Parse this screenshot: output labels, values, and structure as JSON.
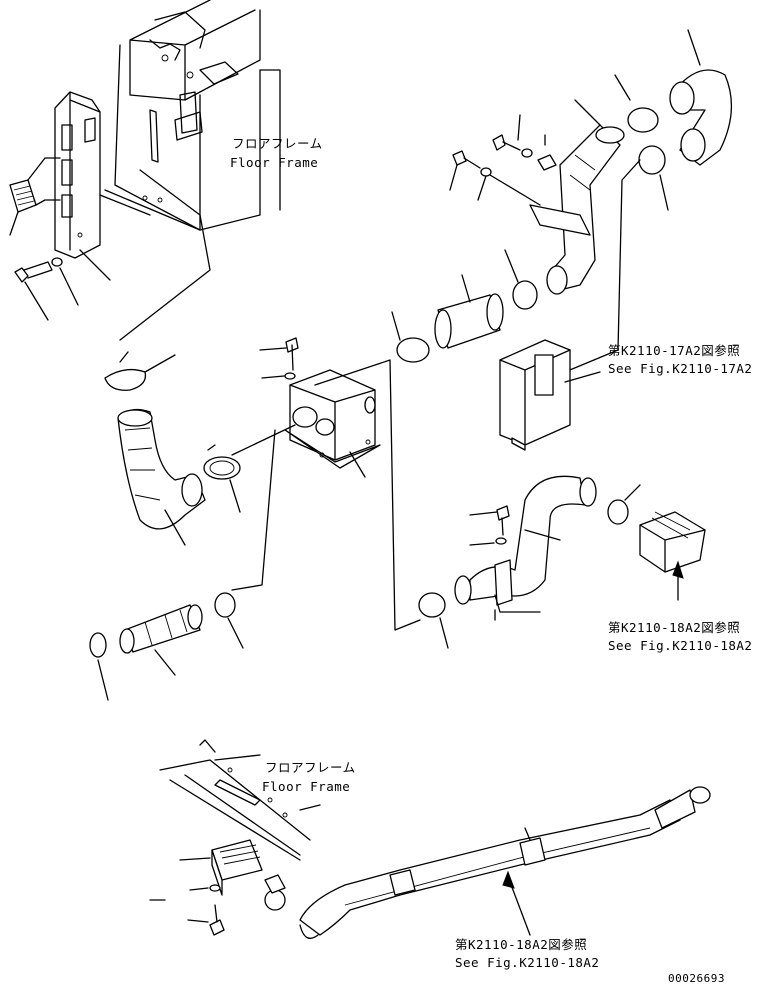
{
  "labels": {
    "floor_frame_jp_1": "フロアフレーム",
    "floor_frame_en_1": "Floor Frame",
    "floor_frame_jp_2": "フロアフレーム",
    "floor_frame_en_2": "Floor Frame",
    "ref_17a2_jp": "第K2110-17A2図参照",
    "ref_17a2_en": "See Fig.K2110-17A2",
    "ref_18a2_jp_1": "第K2110-18A2図参照",
    "ref_18a2_en_1": "See Fig.K2110-18A2",
    "ref_18a2_jp_2": "第K2110-18A2図参照",
    "ref_18a2_en_2": "See Fig.K2110-18A2",
    "drawing_number": "00026693"
  },
  "icons": [
    "cab-frame",
    "hose-clamp",
    "bolt",
    "washer",
    "duct-hose",
    "distribution-box",
    "vent-grille",
    "floor-duct"
  ]
}
